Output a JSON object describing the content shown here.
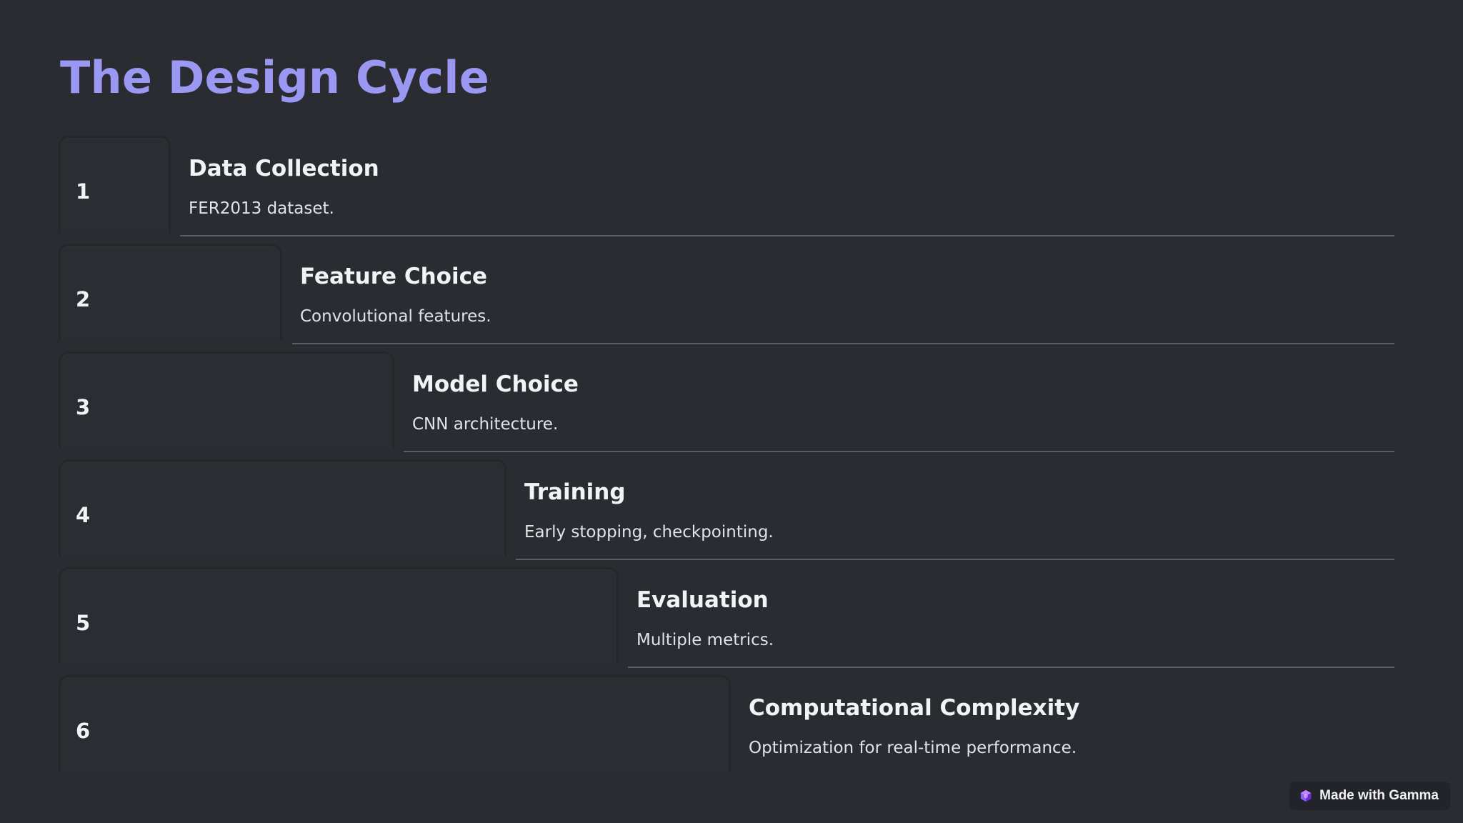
{
  "title": "The Design Cycle",
  "steps": [
    {
      "number": "1",
      "title": "Data Collection",
      "description": "FER2013 dataset."
    },
    {
      "number": "2",
      "title": "Feature Choice",
      "description": "Convolutional features."
    },
    {
      "number": "3",
      "title": "Model Choice",
      "description": "CNN architecture."
    },
    {
      "number": "4",
      "title": "Training",
      "description": "Early stopping, checkpointing."
    },
    {
      "number": "5",
      "title": "Evaluation",
      "description": "Multiple metrics."
    },
    {
      "number": "6",
      "title": "Computational Complexity",
      "description": "Optimization for real-time performance."
    }
  ],
  "badge": {
    "label": "Made with Gamma",
    "icon": "gamma-logo-icon",
    "icon_color": "#8b5cf6"
  },
  "colors": {
    "background": "#2a2c31",
    "title": "#9a98f2",
    "text": "#f2f3f6",
    "divider": "#5a5d64"
  }
}
